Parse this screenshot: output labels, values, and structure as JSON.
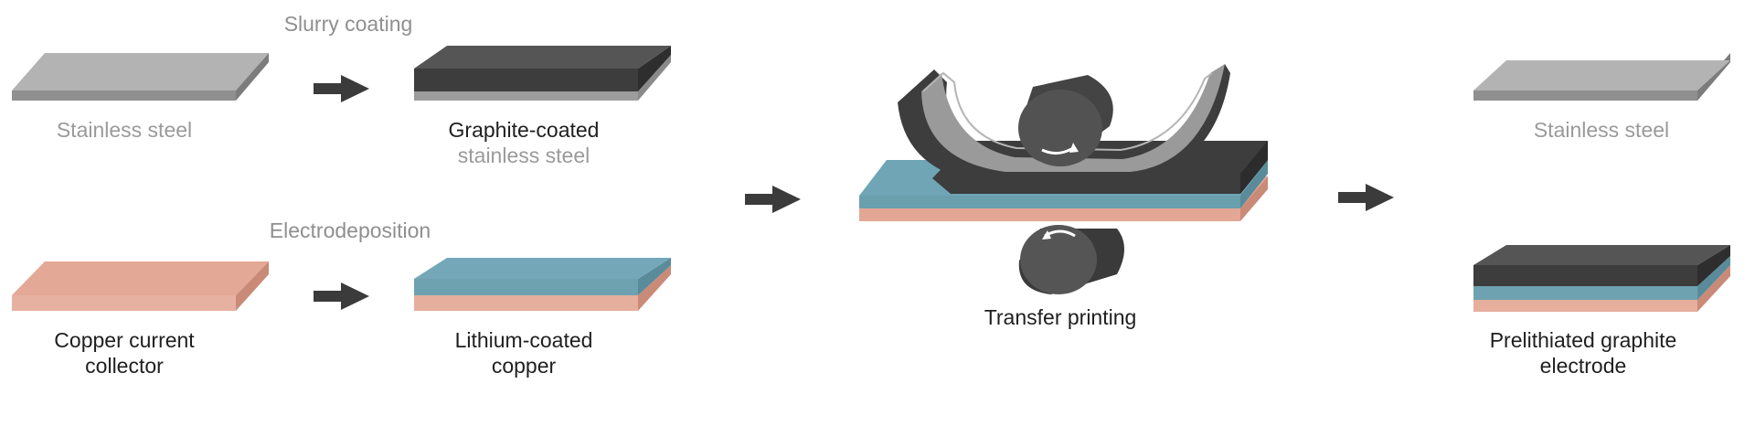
{
  "labels": {
    "slurry_coating": "Slurry coating",
    "electrodeposition": "Electrodeposition",
    "stainless_steel_left": "Stainless steel",
    "graphite_coated_line1": "Graphite-coated",
    "graphite_coated_line2": "stainless steel",
    "copper_line1": "Copper current",
    "copper_line2": "collector",
    "lithium_line1": "Lithium-coated",
    "lithium_line2": "copper",
    "transfer_printing": "Transfer printing",
    "stainless_steel_right": "Stainless steel",
    "prelithiated_line1": "Prelithiated graphite",
    "prelithiated_line2": "electrode"
  },
  "colors": {
    "steel": "#9c9c9c",
    "graphite": "#4a4a4a",
    "copper": "#e3a593",
    "lithium": "#6fa5b5",
    "arrow": "#3b3b3b"
  }
}
